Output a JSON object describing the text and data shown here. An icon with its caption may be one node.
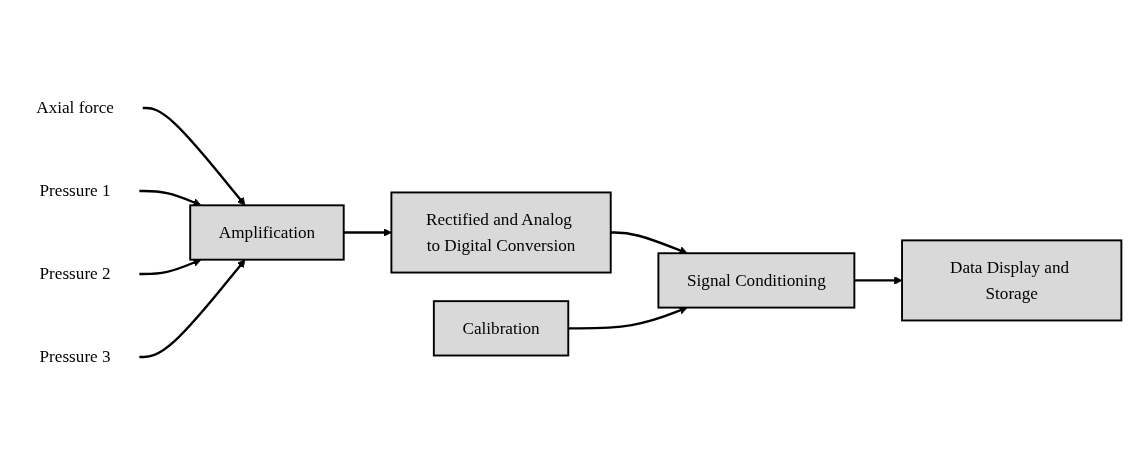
{
  "diagram": {
    "nodes": [
      {
        "text": [
          "Axial force"
        ]
      },
      {
        "text": [
          "Pressure 1"
        ]
      },
      {
        "text": [
          "Pressure 2"
        ]
      },
      {
        "text": [
          "Pressure 3"
        ]
      },
      {
        "text": [
          "Amplification"
        ]
      },
      {
        "text": [
          "Rectified and Analog to Digital Conversion"
        ]
      },
      {
        "text": [
          "Signal Conditioning"
        ]
      },
      {
        "text": [
          "Data Display and Storage"
        ]
      },
      {
        "text": [
          "Calibration"
        ]
      }
    ],
    "edges": [
      {
        "from": 0,
        "to": 4,
        "arrow": "to"
      },
      {
        "from": 1,
        "to": 4,
        "arrow": "to"
      },
      {
        "from": 2,
        "to": 4,
        "arrow": "to"
      },
      {
        "from": 3,
        "to": 4,
        "arrow": "to"
      },
      {
        "from": 4,
        "to": 5,
        "arrow": "to"
      },
      {
        "from": 5,
        "to": 6,
        "arrow": "to"
      },
      {
        "from": 6,
        "to": 7,
        "arrow": "to"
      },
      {
        "from": 8,
        "to": 6,
        "arrow": "to"
      }
    ]
  }
}
